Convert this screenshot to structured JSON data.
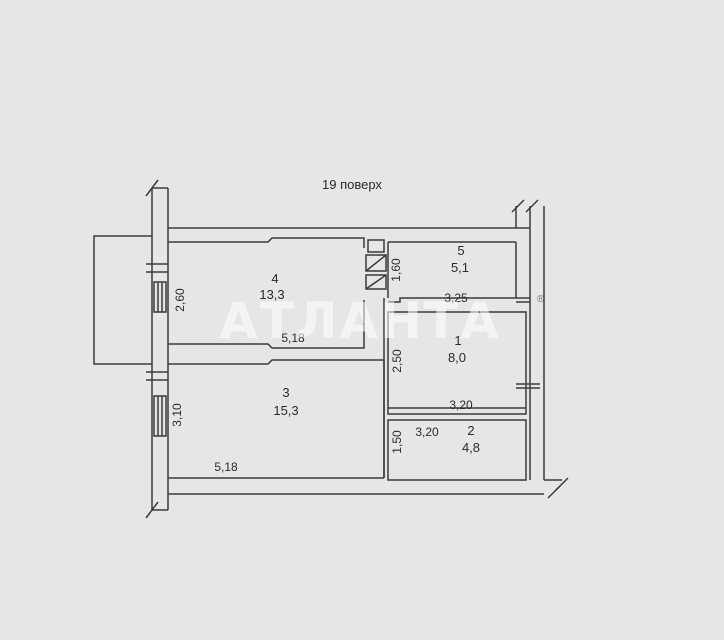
{
  "plan": {
    "floor_label": "19 поверх",
    "watermark": "АТЛАНТА",
    "watermark_mark": "®",
    "rooms": [
      {
        "number": "1",
        "area": "8,0"
      },
      {
        "number": "2",
        "area": "4,8"
      },
      {
        "number": "3",
        "area": "15,3"
      },
      {
        "number": "4",
        "area": "13,3"
      },
      {
        "number": "5",
        "area": "5,1"
      }
    ],
    "dimensions": {
      "room4_height": "2,60",
      "room4_width": "5,18",
      "room3_height": "3,10",
      "room3_width": "5,18",
      "room5_height": "1,60",
      "room5_width": "3,25",
      "room1_height": "2,50",
      "room1_width": "3,20",
      "room2_height": "1,50",
      "room2_width": "3,20"
    }
  },
  "colors": {
    "paper": "#e6e6e9",
    "line": "#3a3a3e"
  }
}
